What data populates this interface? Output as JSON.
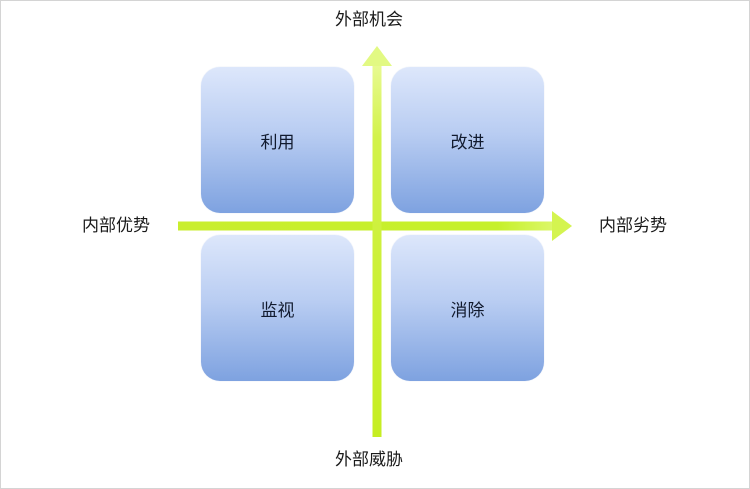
{
  "diagram": {
    "type": "swot-matrix",
    "axes": {
      "top": "外部机会",
      "bottom": "外部威胁",
      "left": "内部优势",
      "right": "内部劣势"
    },
    "quadrants": [
      {
        "position": "top-left",
        "label": "利用"
      },
      {
        "position": "top-right",
        "label": "改进"
      },
      {
        "position": "bottom-left",
        "label": "监视"
      },
      {
        "position": "bottom-right",
        "label": "消除"
      }
    ],
    "colors": {
      "arrow": "#c6f02a",
      "arrow_tip": "#e6fa8c",
      "quad_top": "#dde7fb",
      "quad_bottom": "#7ea2e0",
      "border": "#d4d4d4",
      "text": "#1a1a1a"
    }
  }
}
